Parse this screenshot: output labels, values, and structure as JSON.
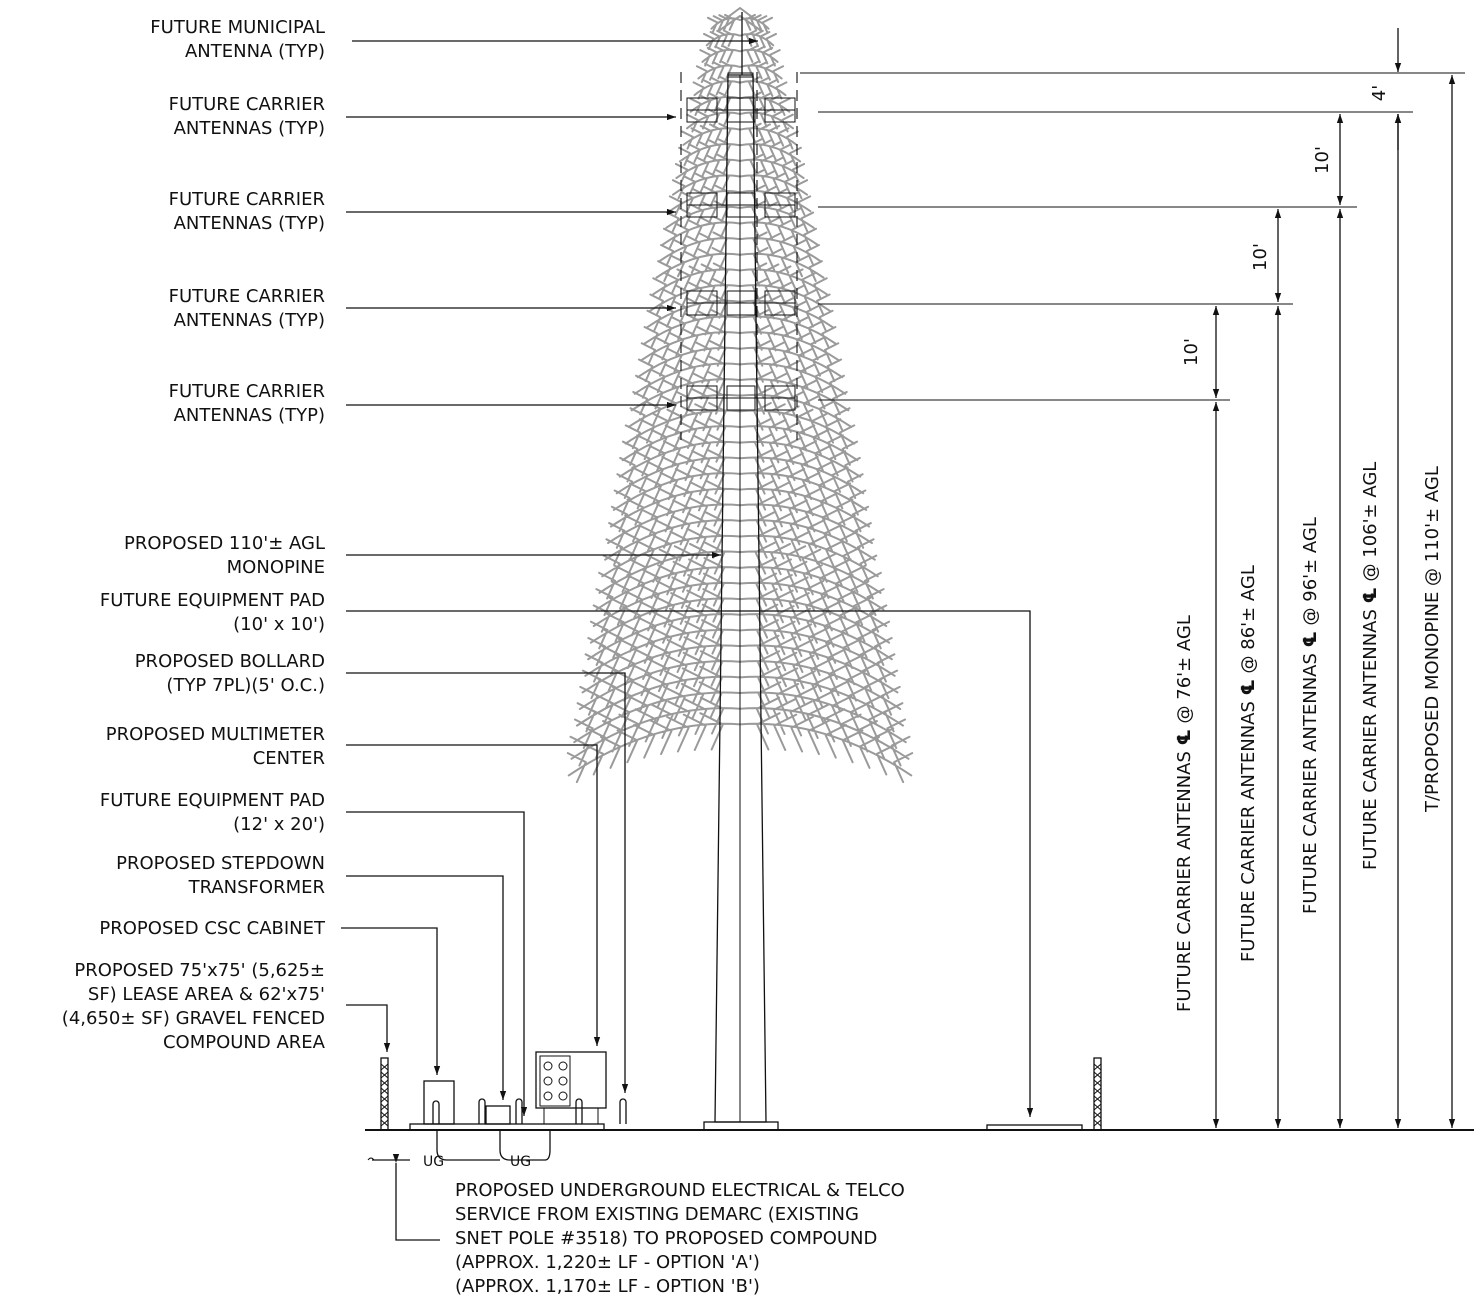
{
  "callouts": [
    {
      "lines": [
        "FUTURE MUNICIPAL",
        "ANTENNA (TYP)"
      ]
    },
    {
      "lines": [
        "FUTURE CARRIER",
        "ANTENNAS (TYP)"
      ]
    },
    {
      "lines": [
        "FUTURE CARRIER",
        "ANTENNAS (TYP)"
      ]
    },
    {
      "lines": [
        "FUTURE CARRIER",
        "ANTENNAS (TYP)"
      ]
    },
    {
      "lines": [
        "FUTURE CARRIER",
        "ANTENNAS (TYP)"
      ]
    },
    {
      "lines": [
        "PROPOSED 110'± AGL",
        "MONOPINE"
      ]
    },
    {
      "lines": [
        "FUTURE EQUIPMENT PAD",
        "(10' x 10')"
      ]
    },
    {
      "lines": [
        "PROPOSED BOLLARD",
        "(TYP 7PL)(5' O.C.)"
      ]
    },
    {
      "lines": [
        "PROPOSED MULTIMETER",
        "CENTER"
      ]
    },
    {
      "lines": [
        "FUTURE EQUIPMENT PAD",
        "(12' x 20')"
      ]
    },
    {
      "lines": [
        "PROPOSED STEPDOWN",
        "TRANSFORMER"
      ]
    },
    {
      "lines": [
        "PROPOSED CSC CABINET"
      ]
    },
    {
      "lines": [
        "PROPOSED 75'x75' (5,625±",
        "SF) LEASE AREA & 62'x75'",
        "(4,650± SF) GRAVEL FENCED",
        "COMPOUND AREA"
      ]
    }
  ],
  "dimensions": {
    "segments": [
      "4'",
      "10'",
      "10'",
      "10'"
    ],
    "vertical_labels": [
      {
        "before": "FUTURE CARRIER ANTENNAS ",
        "cl": "℄",
        "after": " @ 76'± AGL"
      },
      {
        "before": "FUTURE CARRIER ANTENNAS ",
        "cl": "℄",
        "after": " @ 86'± AGL"
      },
      {
        "before": "FUTURE CARRIER ANTENNAS ",
        "cl": "℄",
        "after": " @ 96'± AGL"
      },
      {
        "before": "FUTURE CARRIER ANTENNAS ",
        "cl": "℄",
        "after": " @ 106'± AGL"
      },
      {
        "before": "T/PROPOSED MONOPINE @ 110'± AGL",
        "cl": "",
        "after": ""
      }
    ]
  },
  "underground": {
    "ug_labels": [
      "UG",
      "UG"
    ],
    "note_lines": [
      "PROPOSED UNDERGROUND ELECTRICAL & TELCO",
      "SERVICE FROM EXISTING DEMARC (EXISTING",
      "SNET POLE #3518) TO PROPOSED COMPOUND",
      "(APPROX. 1,220± LF - OPTION 'A')",
      "(APPROX. 1,170± LF - OPTION 'B')"
    ]
  }
}
